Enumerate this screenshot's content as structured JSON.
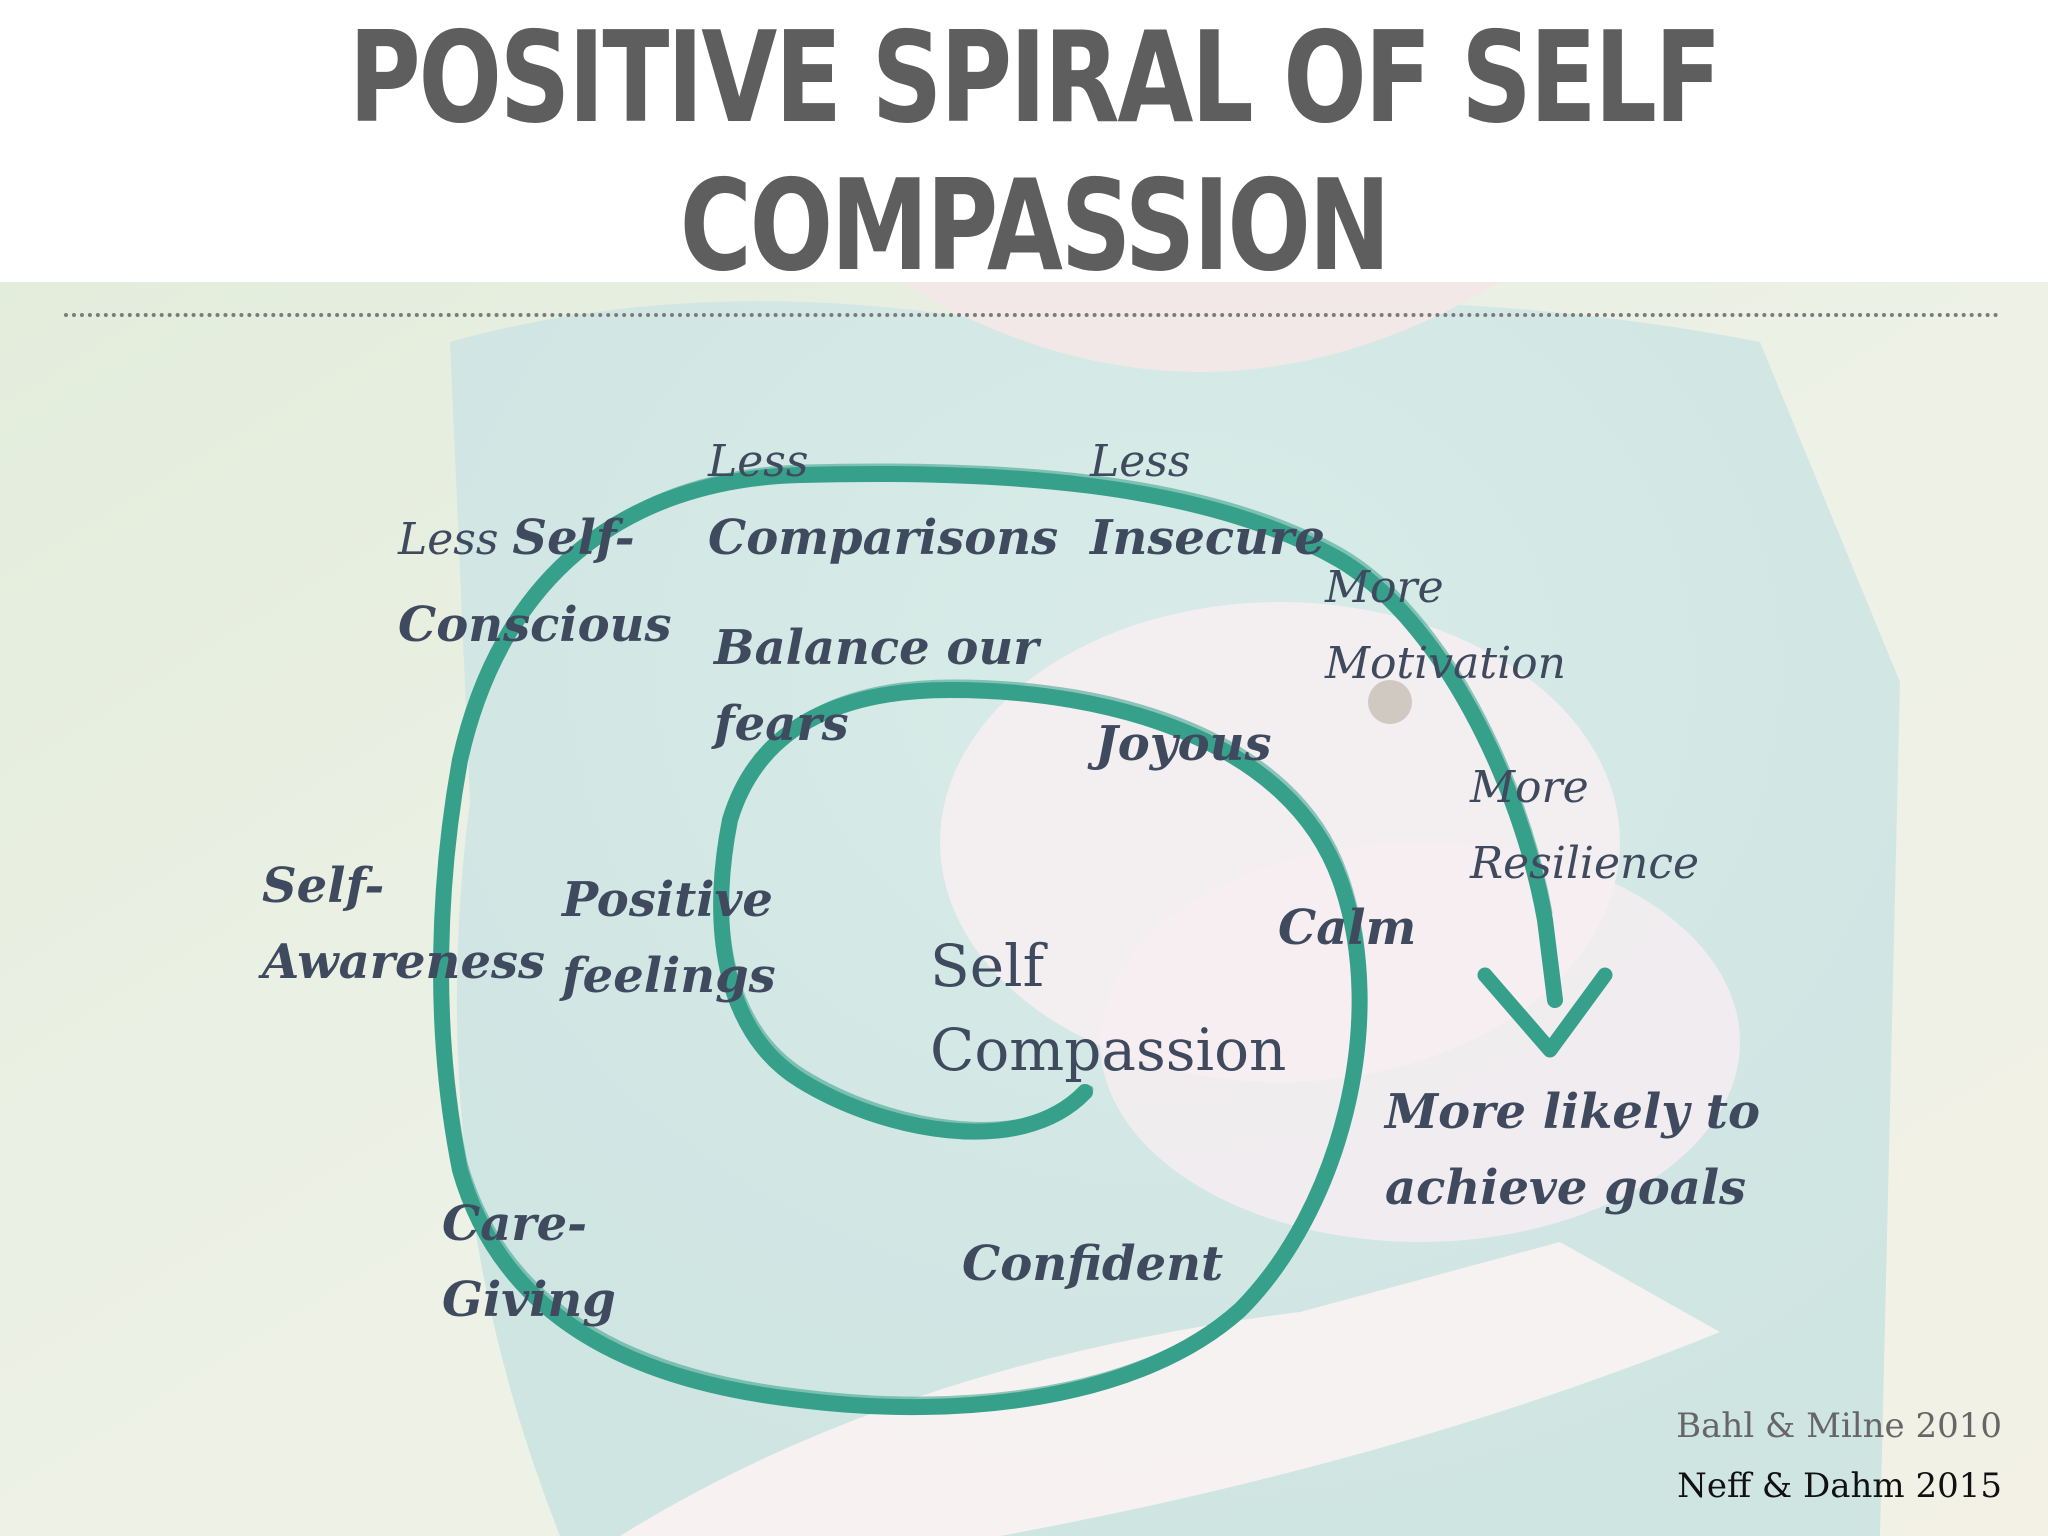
{
  "title": {
    "line1": "POSITIVE SPIRAL OF SELF",
    "line2": "COMPASSION"
  },
  "colors": {
    "spiral": "#37a08a",
    "title": "#5e5e5e",
    "label": "#3f4a5f"
  },
  "center": {
    "line1": "Self",
    "line2": "Compassion"
  },
  "labels": {
    "less_self_conscious": {
      "pre": "Less ",
      "mid": "Self-",
      "line2": "Conscious"
    },
    "less_comparisons": {
      "line1": "Less",
      "line2": "Comparisons"
    },
    "less_insecure": {
      "line1": "Less",
      "line2": "Insecure"
    },
    "more_motivation": {
      "line1": "More",
      "line2": "Motivation"
    },
    "more_resilience": {
      "line1": "More",
      "line2": "Resilience"
    },
    "balance_fears": {
      "line1": "Balance our",
      "line2": "fears"
    },
    "joyous": "Joyous",
    "calm": "Calm",
    "self_awareness": {
      "line1": "Self-",
      "line2": "Awareness"
    },
    "positive_feelings": {
      "line1": "Positive",
      "line2": "feelings"
    },
    "care_giving": {
      "line1": "Care-",
      "line2": "Giving"
    },
    "confident": "Confident",
    "goals": {
      "line1": "More likely to",
      "line2": "achieve goals"
    }
  },
  "citations": {
    "first": "Bahl & Milne 2010",
    "second": "Neff & Dahm 2015"
  }
}
